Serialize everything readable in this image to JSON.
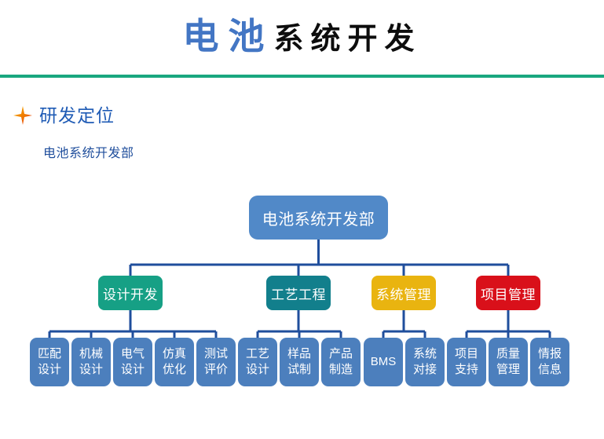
{
  "slide": {
    "title": {
      "highlight": "电池",
      "rest": "系统开发"
    },
    "rule_color": "#19a77f",
    "section": {
      "bullet_icon": "four-point-star-icon",
      "heading": "研发定位",
      "subtitle": "电池系统开发部"
    }
  },
  "org_chart": {
    "type": "tree",
    "root": {
      "label": "电池系统开发部",
      "color": "#5189c8",
      "text_color": "#ffffff"
    },
    "branches": [
      {
        "label": "设计开发",
        "color": "#16a085",
        "children": [
          {
            "lines": [
              "匹配",
              "设计"
            ]
          },
          {
            "lines": [
              "机械",
              "设计"
            ]
          },
          {
            "lines": [
              "电气",
              "设计"
            ]
          },
          {
            "lines": [
              "仿真",
              "优化"
            ]
          },
          {
            "lines": [
              "测试",
              "评价"
            ]
          }
        ]
      },
      {
        "label": "工艺工程",
        "color": "#127f8c",
        "children": [
          {
            "lines": [
              "工艺",
              "设计"
            ]
          },
          {
            "lines": [
              "样品",
              "试制"
            ]
          },
          {
            "lines": [
              "产品",
              "制造"
            ]
          }
        ]
      },
      {
        "label": "系统管理",
        "color": "#e9b410",
        "children": [
          {
            "lines": [
              "BMS"
            ]
          },
          {
            "lines": [
              "系统",
              "对接"
            ]
          }
        ]
      },
      {
        "label": "项目管理",
        "color": "#d9101a",
        "children": [
          {
            "lines": [
              "项目",
              "支持"
            ]
          },
          {
            "lines": [
              "质量",
              "管理"
            ]
          },
          {
            "lines": [
              "情报",
              "信息"
            ]
          }
        ]
      }
    ],
    "leaf_color": "#4c7fbd",
    "connector_color": "#1f4e9c"
  }
}
